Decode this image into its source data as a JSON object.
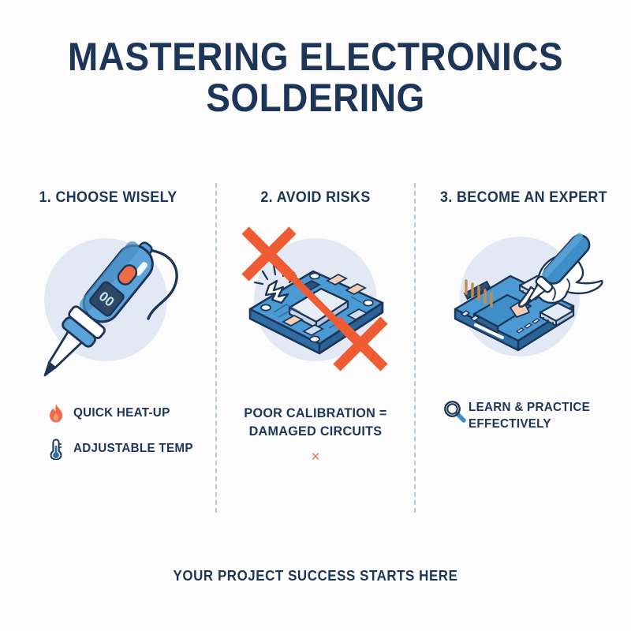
{
  "poster": {
    "title_line1": "MASTERING ELECTRONICS",
    "title_line2": "SOLDERING",
    "footer": "YOUR PROJECT SUCCESS STARTS HERE",
    "background_color": "#fcfcfd",
    "title_color": "#1d3557",
    "accent_orange": "#ef6b45",
    "accent_blue": "#3e8fc8",
    "circle_bg": "#e3e9f4",
    "divider_color": "#b9c9de"
  },
  "columns": [
    {
      "heading": "1. CHOOSE WISELY",
      "illustration": "soldering-iron-illustration",
      "features": [
        {
          "icon": "flame-icon",
          "label": "QUICK HEAT-UP"
        },
        {
          "icon": "thermometer-icon",
          "label": "ADJUSTABLE TEMP"
        }
      ]
    },
    {
      "heading": "2. AVOID RISKS",
      "illustration": "damaged-circuit-board-illustration",
      "caption_line1": "POOR CALIBRATION =",
      "caption_line2": "DAMAGED CIRCUITS",
      "mini_mark": "×"
    },
    {
      "heading": "3. BECOME AN EXPERT",
      "illustration": "hand-soldering-board-illustration",
      "features": [
        {
          "icon": "magnifier-icon",
          "label_line1": "LEARN & PRACTICE",
          "label_line2": "EFFECTIVELY"
        }
      ]
    }
  ]
}
